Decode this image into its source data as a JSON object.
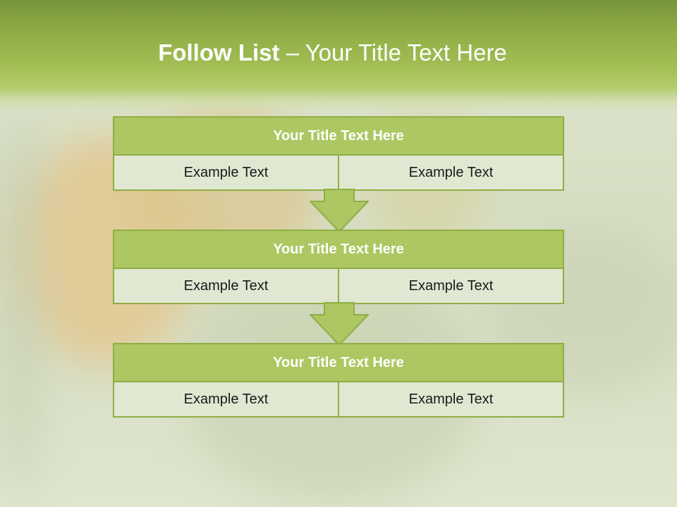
{
  "slide": {
    "title_bold": "Follow List",
    "title_rest": " – Your Title Text Here",
    "blocks": [
      {
        "title": "Your Title Text Here",
        "left": "Example Text",
        "right": "Example Text"
      },
      {
        "title": "Your Title Text Here",
        "left": "Example Text",
        "right": "Example Text"
      },
      {
        "title": "Your Title Text Here",
        "left": "Example Text",
        "right": "Example Text"
      }
    ]
  },
  "colors": {
    "header_green": "#8fae46",
    "block_title_fill": "#adc762",
    "cell_fill": "#e0e8d2",
    "border": "#8fae44"
  }
}
